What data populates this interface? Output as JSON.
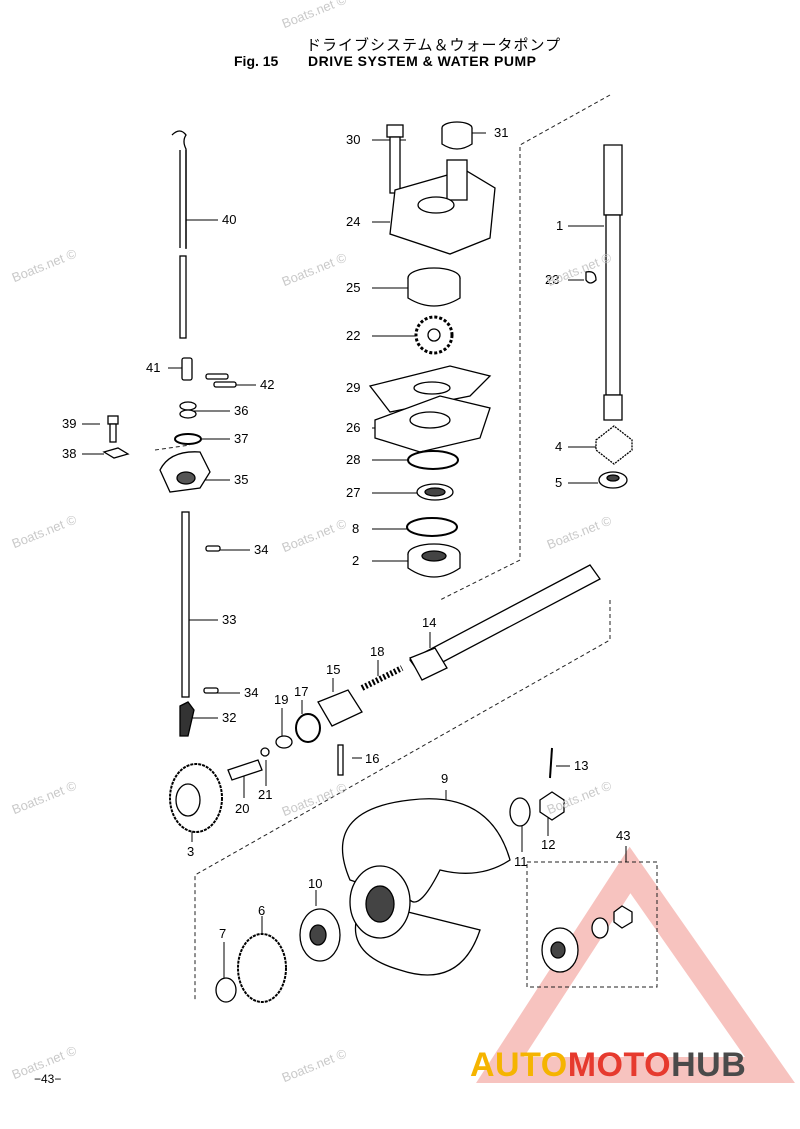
{
  "header": {
    "title_jp": "ドライブシステム＆ウォータポンプ",
    "fig_label": "Fig. 15",
    "title_en": "DRIVE SYSTEM & WATER PUMP"
  },
  "parts": [
    "1",
    "2",
    "3",
    "4",
    "5",
    "6",
    "7",
    "8",
    "9",
    "10",
    "11",
    "12",
    "13",
    "14",
    "15",
    "16",
    "17",
    "18",
    "19",
    "20",
    "21",
    "22",
    "23",
    "24",
    "25",
    "26",
    "27",
    "28",
    "29",
    "30",
    "31",
    "32",
    "33",
    "34",
    "34",
    "35",
    "36",
    "37",
    "38",
    "39",
    "40",
    "41",
    "42",
    "43"
  ],
  "watermark": "Boats.net ©",
  "footer": {
    "page_number": "−43−"
  },
  "logo": {
    "part1": "AUTO",
    "part2": "MOTO",
    "part3": "HUB"
  },
  "colors": {
    "logo_yellow": "#f5b400",
    "logo_red": "#e63a2e",
    "logo_gray": "#4a4a4a"
  }
}
